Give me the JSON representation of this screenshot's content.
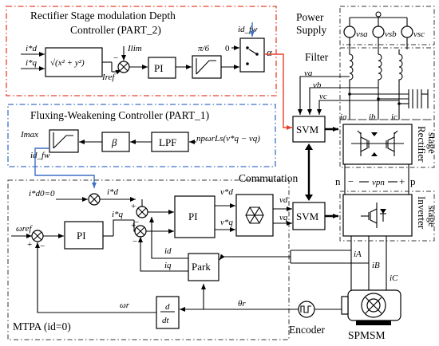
{
  "part2": {
    "title_line1": "Rectifier Stage modulation Depth",
    "title_line2": "Controller (PART_2)",
    "in_id": "i*d",
    "in_iq": "i*q",
    "sqrt_label": "√(x² + y²)",
    "iref": "Iref",
    "ilim": "Ilim",
    "pi": "PI",
    "pi6": "π/6",
    "zero": "0",
    "idfw": "id_fw",
    "alpha": "α"
  },
  "part1": {
    "title": "Fluxing-Weakening Controller (PART_1)",
    "imax": "Imax",
    "idfw": "id_fw",
    "beta": "β",
    "lpf": "LPF",
    "expr": "npωrLs(v*q − vq)"
  },
  "supply": {
    "title_line1": "Power",
    "title_line2": "Supply",
    "vsa": "vsa",
    "vsb": "vsb",
    "vsc": "vsc",
    "filter": "Filter",
    "va": "va",
    "vb": "vb",
    "vc": "vc",
    "ia": "ia",
    "ib": "ib",
    "ic": "ic"
  },
  "stages": {
    "rectifier_line1": "Rectifier",
    "rectifier_line2": "stage",
    "inverter_line1": "Inverter",
    "inverter_line2": "stage",
    "n": "n",
    "p": "p",
    "minus": "−",
    "plus": "+",
    "vpn": "vpn"
  },
  "svm": {
    "top": "SVM",
    "bottom": "SVM",
    "commutation": "Commutation"
  },
  "inner": {
    "id0": "i*d0=0",
    "id_star": "i*d",
    "iq_star": "i*q",
    "wref": "ωref",
    "pi_speed": "PI",
    "pi_current": "PI",
    "vd_star": "v*d",
    "vq_star": "v*q",
    "vd": "vd",
    "vq": "vq",
    "id": "id",
    "iq": "iq",
    "park": "Park",
    "iA": "iA",
    "iB": "iB",
    "iC": "iC",
    "wr": "ωr",
    "thetar": "θr",
    "ddt_num": "d",
    "ddt_den": "dt",
    "mtpa": "MTPA (id=0)",
    "encoder": "Encoder",
    "motor": "SPMSM"
  }
}
